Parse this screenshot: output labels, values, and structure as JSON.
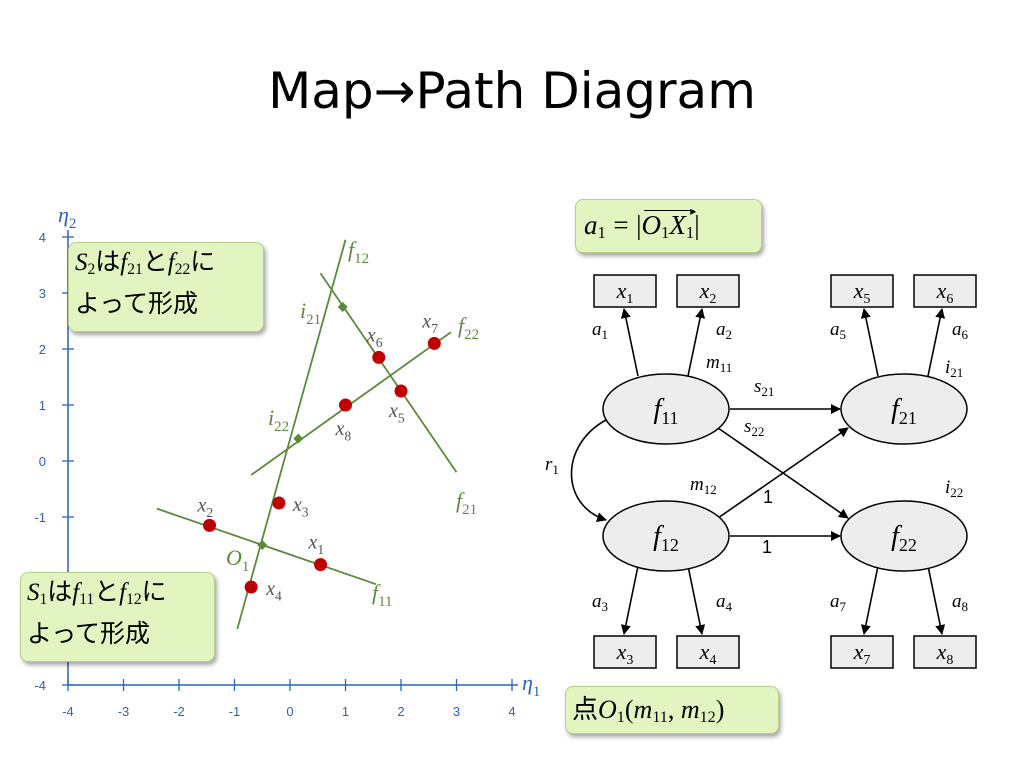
{
  "title": "Map→Path Diagram",
  "colors": {
    "axis": "#2d63b8",
    "line": "#5c8a3c",
    "point": "#c00000",
    "node_fill": "#ededed",
    "callout_fill": "#e2f4c0"
  },
  "map": {
    "axis_x_label": {
      "base": "η",
      "sub": "1"
    },
    "axis_y_label": {
      "base": "η",
      "sub": "2"
    },
    "x_ticks": [
      "-4",
      "-3",
      "-2",
      "-1",
      "0",
      "1",
      "2",
      "3",
      "4"
    ],
    "y_ticks": [
      "4",
      "3",
      "2",
      "1",
      "0",
      "-1",
      "-4"
    ],
    "points": [
      {
        "name": "x",
        "sub": "1",
        "x": 0.55,
        "y": -1.85
      },
      {
        "name": "x",
        "sub": "2",
        "x": -1.45,
        "y": -1.15
      },
      {
        "name": "x",
        "sub": "3",
        "x": -0.2,
        "y": -0.75
      },
      {
        "name": "x",
        "sub": "4",
        "x": -0.7,
        "y": -2.25
      },
      {
        "name": "x",
        "sub": "5",
        "x": 2.0,
        "y": 1.25
      },
      {
        "name": "x",
        "sub": "6",
        "x": 1.6,
        "y": 1.85
      },
      {
        "name": "x",
        "sub": "7",
        "x": 2.6,
        "y": 2.1
      },
      {
        "name": "x",
        "sub": "8",
        "x": 1.0,
        "y": 1.0
      }
    ],
    "lines": [
      {
        "name": "f",
        "sub": "11",
        "from": [
          -2.4,
          -0.85
        ],
        "to": [
          1.55,
          -2.2
        ]
      },
      {
        "name": "f",
        "sub": "12",
        "from": [
          -0.95,
          -3.0
        ],
        "to": [
          1.0,
          3.95
        ]
      },
      {
        "name": "f",
        "sub": "21",
        "from": [
          0.55,
          3.35
        ],
        "to": [
          3.0,
          -0.2
        ]
      },
      {
        "name": "f",
        "sub": "22",
        "from": [
          -0.7,
          -0.25
        ],
        "to": [
          2.9,
          2.3
        ]
      }
    ],
    "intersections": [
      {
        "name": "O",
        "sub": "1",
        "x": -0.5,
        "y": -1.5
      },
      {
        "name": "i",
        "sub": "21",
        "x": 0.95,
        "y": 2.75
      },
      {
        "name": "i",
        "sub": "22",
        "x": 0.15,
        "y": 0.4
      }
    ],
    "callout_s2": {
      "s": "S",
      "s_sub": "2",
      "ha": "は",
      "f1": "f",
      "f1_sub": "21",
      "to": "と",
      "f2": "f",
      "f2_sub": "22",
      "ni": "に",
      "line2": "よって形成"
    },
    "callout_s1": {
      "s": "S",
      "s_sub": "1",
      "ha": "は",
      "f1": "f",
      "f1_sub": "11",
      "to": "と",
      "f2": "f",
      "f2_sub": "12",
      "ni": "に",
      "line2": "よって形成"
    }
  },
  "path": {
    "formula": {
      "lhs": "a",
      "lhs_sub": "1",
      "eq": "=",
      "o": "O",
      "o_sub": "1",
      "x": "X",
      "x_sub": "1"
    },
    "observed": [
      {
        "id": "x1",
        "name": "x",
        "sub": "1"
      },
      {
        "id": "x2",
        "name": "x",
        "sub": "2"
      },
      {
        "id": "x5",
        "name": "x",
        "sub": "5"
      },
      {
        "id": "x6",
        "name": "x",
        "sub": "6"
      },
      {
        "id": "x3",
        "name": "x",
        "sub": "3"
      },
      {
        "id": "x4",
        "name": "x",
        "sub": "4"
      },
      {
        "id": "x7",
        "name": "x",
        "sub": "7"
      },
      {
        "id": "x8",
        "name": "x",
        "sub": "8"
      }
    ],
    "factors": [
      {
        "id": "f11",
        "name": "f",
        "sub": "11"
      },
      {
        "id": "f21",
        "name": "f",
        "sub": "21"
      },
      {
        "id": "f12",
        "name": "f",
        "sub": "12"
      },
      {
        "id": "f22",
        "name": "f",
        "sub": "22"
      }
    ],
    "labels": [
      {
        "id": "a1",
        "name": "a",
        "sub": "1"
      },
      {
        "id": "a2",
        "name": "a",
        "sub": "2"
      },
      {
        "id": "a5",
        "name": "a",
        "sub": "5"
      },
      {
        "id": "a6",
        "name": "a",
        "sub": "6"
      },
      {
        "id": "a3",
        "name": "a",
        "sub": "3"
      },
      {
        "id": "a4",
        "name": "a",
        "sub": "4"
      },
      {
        "id": "a7",
        "name": "a",
        "sub": "7"
      },
      {
        "id": "a8",
        "name": "a",
        "sub": "8"
      },
      {
        "id": "m11",
        "name": "m",
        "sub": "11"
      },
      {
        "id": "m12",
        "name": "m",
        "sub": "12"
      },
      {
        "id": "i21",
        "name": "i",
        "sub": "21"
      },
      {
        "id": "i22",
        "name": "i",
        "sub": "22"
      },
      {
        "id": "s21",
        "name": "s",
        "sub": "21"
      },
      {
        "id": "s22",
        "name": "s",
        "sub": "22"
      },
      {
        "id": "r1",
        "name": "r",
        "sub": "1"
      }
    ],
    "one_label_a": "1",
    "one_label_b": "1",
    "point_callout": {
      "ten": "点",
      "o": "O",
      "o_sub": "1",
      "open": "(",
      "m1": "m",
      "m1_sub": "11",
      "comma": ", ",
      "m2": "m",
      "m2_sub": "12",
      "close": ")"
    }
  }
}
